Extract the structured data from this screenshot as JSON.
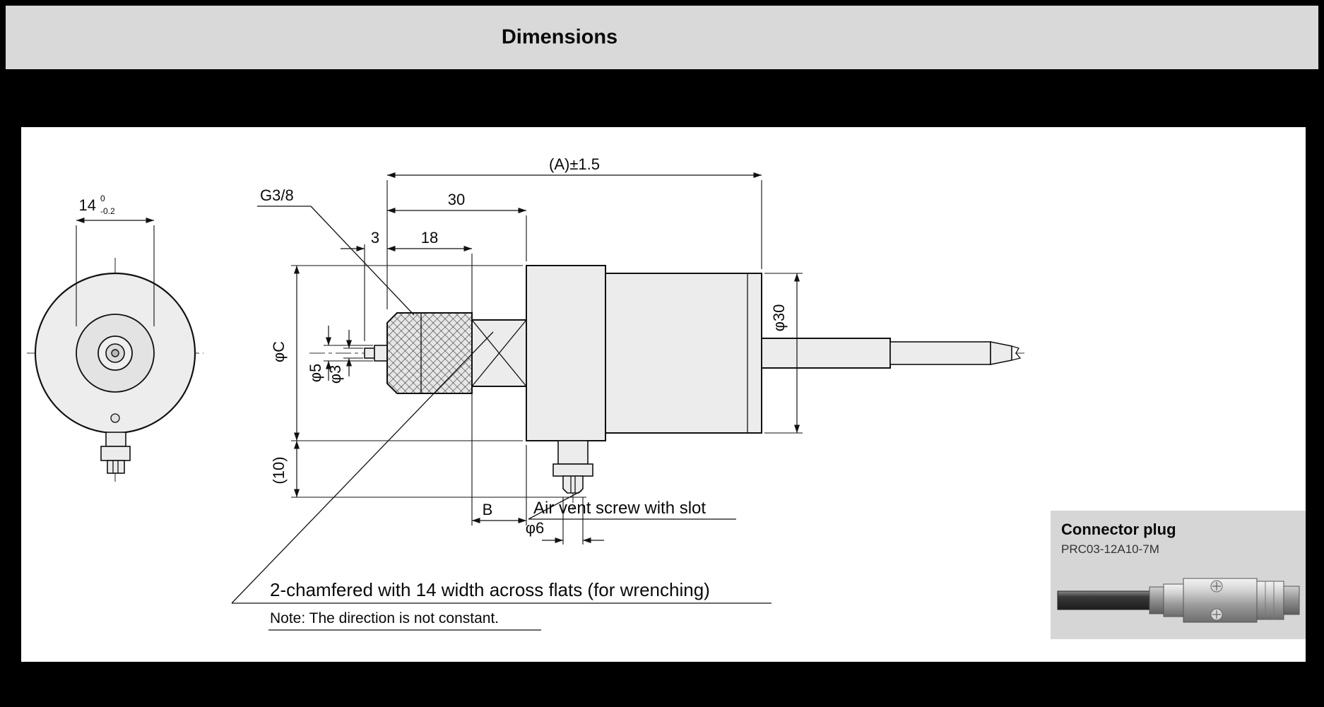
{
  "header": {
    "title": "Dimensions"
  },
  "front_view": {
    "dim_width": "14",
    "tol_upper": "0",
    "tol_lower": "-0.2"
  },
  "side_view": {
    "dim_overall": "(A)±1.5",
    "dim_30": "30",
    "dim_3": "3",
    "dim_18": "18",
    "thread_label": "G3/8",
    "dim_phi_c": "φC",
    "dim_phi_5": "φ5",
    "dim_phi_3": "φ3",
    "dim_phi_30": "φ30",
    "dim_10": "(10)",
    "dim_b": "B",
    "dim_phi_6": "φ6",
    "air_vent_label": "Air vent screw with slot",
    "chamfer_note": "2-chamfered with 14 width across flats (for wrenching)",
    "direction_note": "Note: The direction is not constant."
  },
  "connector": {
    "title": "Connector plug",
    "model": "PRC03-12A10-7M"
  },
  "colors": {
    "background": "#000000",
    "header_bg": "#d9d9d9",
    "panel_bg": "#ffffff",
    "line": "#111111",
    "part_fill": "#ececec",
    "connector_box_bg": "#d6d6d6"
  }
}
